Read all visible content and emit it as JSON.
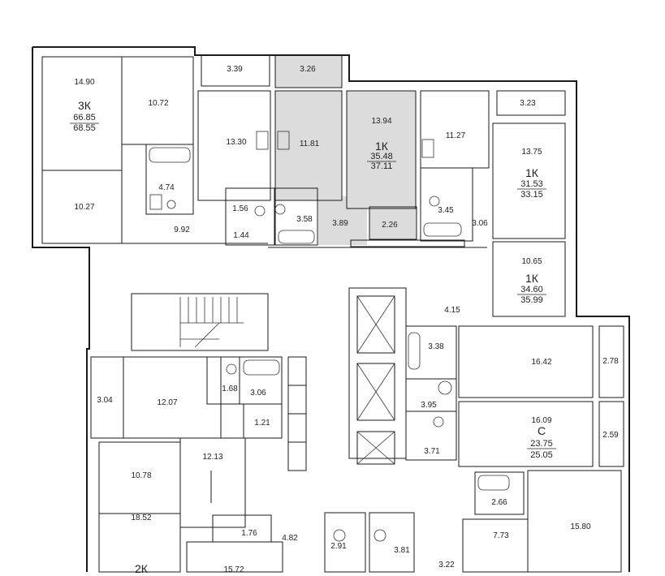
{
  "colors": {
    "wall": "#1a1a1a",
    "highlight": "#dcdcdc",
    "background": "#ffffff"
  },
  "rooms": {
    "r_14_90": "14.90",
    "r_10_72": "10.72",
    "r_4_74": "4.74",
    "r_10_27": "10.27",
    "r_9_92": "9.92",
    "r_3_39": "3.39",
    "r_3_26": "3.26",
    "r_13_30": "13.30",
    "r_11_81": "11.81",
    "r_1_56": "1.56",
    "r_3_58": "3.58",
    "r_1_44": "1.44",
    "r_3_89": "3.89",
    "r_13_94": "13.94",
    "r_2_26": "2.26",
    "r_11_27": "11.27",
    "r_3_45": "3.45",
    "r_3_23": "3.23",
    "r_13_75": "13.75",
    "r_3_06a": "3.06",
    "r_10_65": "10.65",
    "r_4_15": "4.15",
    "r_3_38": "3.38",
    "r_16_42": "16.42",
    "r_2_78": "2.78",
    "r_3_95": "3.95",
    "r_16_09": "16.09",
    "r_2_59": "2.59",
    "r_3_71": "3.71",
    "r_3_04": "3.04",
    "r_12_07": "12.07",
    "r_1_68": "1.68",
    "r_3_06b": "3.06",
    "r_1_21": "1.21",
    "r_12_13": "12.13",
    "r_10_78": "10.78",
    "r_18_52": "18.52",
    "r_15_72": "15.72",
    "r_1_76": "1.76",
    "r_4_82": "4.82",
    "r_2_91": "2.91",
    "r_3_81": "3.81",
    "r_3_22": "3.22",
    "r_2_66": "2.66",
    "r_7_73": "7.73",
    "r_15_80": "15.80"
  },
  "apartments": {
    "a1": {
      "type": "3К",
      "living": "66.85",
      "total": "68.55"
    },
    "a2": {
      "type": "1К",
      "living": "35.48",
      "total": "37.11"
    },
    "a3": {
      "type": "1К",
      "living": "31.53",
      "total": "33.15"
    },
    "a4": {
      "type": "1К",
      "living": "34.60",
      "total": "35.99"
    },
    "a5": {
      "type": "С",
      "living": "23.75",
      "total": "25.05"
    },
    "a6": {
      "type": "2К"
    }
  }
}
